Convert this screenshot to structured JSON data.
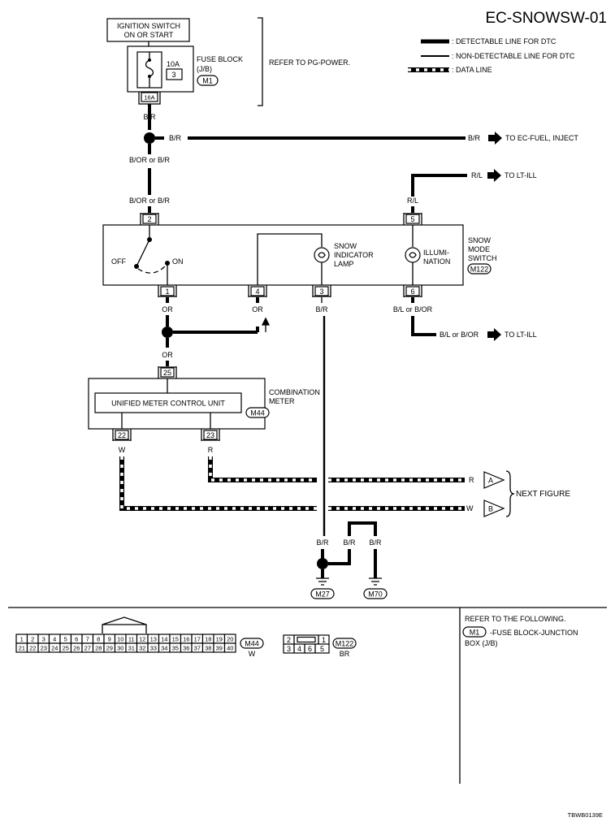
{
  "diagram_title": "EC-SNOWSW-01",
  "legend": {
    "detectable": ": DETECTABLE LINE FOR DTC",
    "non_detectable": ": NON-DETECTABLE LINE FOR DTC",
    "data_line": ": DATA LINE"
  },
  "ignition": {
    "line1": "IGNITION SWITCH",
    "line2": "ON OR START"
  },
  "fuse_block": {
    "line1": "FUSE BLOCK",
    "line2": "(J/B)",
    "rating": "10A",
    "number": "3",
    "connector": "M1",
    "terminal": "16A"
  },
  "refer_pg": "REFER TO PG-POWER.",
  "wires": {
    "br_top": "B/R",
    "br_branch": "B/R",
    "br_end": "B/R",
    "to_fuel": "TO EC-FUEL, INJECT",
    "bor_1": "B/OR or B/R",
    "bor_2": "B/OR or B/R",
    "rl_1": "R/L",
    "rl_2": "R/L",
    "to_ltill_1": "TO LT-ILL",
    "or_1": "OR",
    "or_4": "OR",
    "br_3": "B/R",
    "bl_6": "B/L or B/OR",
    "bl_end": "B/L or B/OR",
    "to_ltill_2": "TO LT-ILL",
    "or_25": "OR",
    "w_22": "W",
    "r_23": "R",
    "r_end": "R",
    "w_end": "W",
    "gnd_br1": "B/R",
    "gnd_br2": "B/R",
    "gnd_br3": "B/R"
  },
  "switch": {
    "pin2": "2",
    "pin5": "5",
    "pin1": "1",
    "pin4": "4",
    "pin3": "3",
    "pin6": "6",
    "off": "OFF",
    "on": "ON",
    "lamp_l1": "SNOW",
    "lamp_l2": "INDICATOR",
    "lamp_l3": "LAMP",
    "illum_l1": "ILLUMI-",
    "illum_l2": "NATION",
    "name_l1": "SNOW",
    "name_l2": "MODE",
    "name_l3": "SWITCH",
    "connector": "M122"
  },
  "meter": {
    "pin25": "25",
    "pin22": "22",
    "pin23": "23",
    "unit": "UNIFIED METER CONTROL UNIT",
    "name_l1": "COMBINATION",
    "name_l2": "METER",
    "connector": "M44"
  },
  "next": {
    "a": "A",
    "b": "B",
    "label": "NEXT FIGURE"
  },
  "grounds": {
    "g1": "M27",
    "g2": "M70"
  },
  "connector_m44": {
    "row1": [
      "1",
      "2",
      "3",
      "4",
      "5",
      "6",
      "7",
      "8",
      "9",
      "10",
      "11",
      "12",
      "13",
      "14",
      "15",
      "16",
      "17",
      "18",
      "19",
      "20"
    ],
    "row2": [
      "21",
      "22",
      "23",
      "24",
      "25",
      "26",
      "27",
      "28",
      "29",
      "30",
      "31",
      "32",
      "33",
      "34",
      "35",
      "36",
      "37",
      "38",
      "39",
      "40"
    ],
    "id": "M44",
    "color": "W"
  },
  "connector_m122": {
    "row1": [
      "2",
      "",
      "1"
    ],
    "row2": [
      "3",
      "4",
      "6",
      "5"
    ],
    "id": "M122",
    "color": "BR"
  },
  "refer": {
    "title": "REFER TO THE FOLLOWING.",
    "conn": "M1",
    "text1": "-FUSE BLOCK-JUNCTION",
    "text2": "BOX (J/B)"
  },
  "code": "TBWB0139E"
}
